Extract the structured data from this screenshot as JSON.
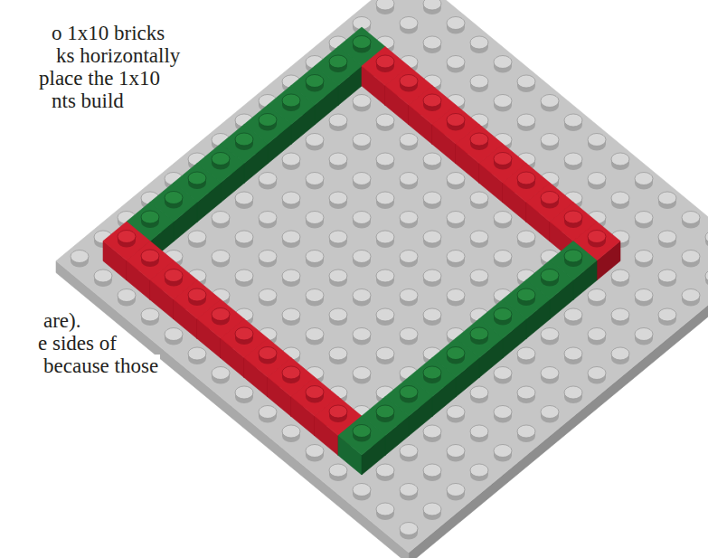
{
  "diagram": {
    "labels": [
      "o 1x10 bricks",
      "ks horizontally",
      "place the 1x10",
      "nts build",
      "are).",
      "e sides of",
      "because those"
    ]
  }
}
